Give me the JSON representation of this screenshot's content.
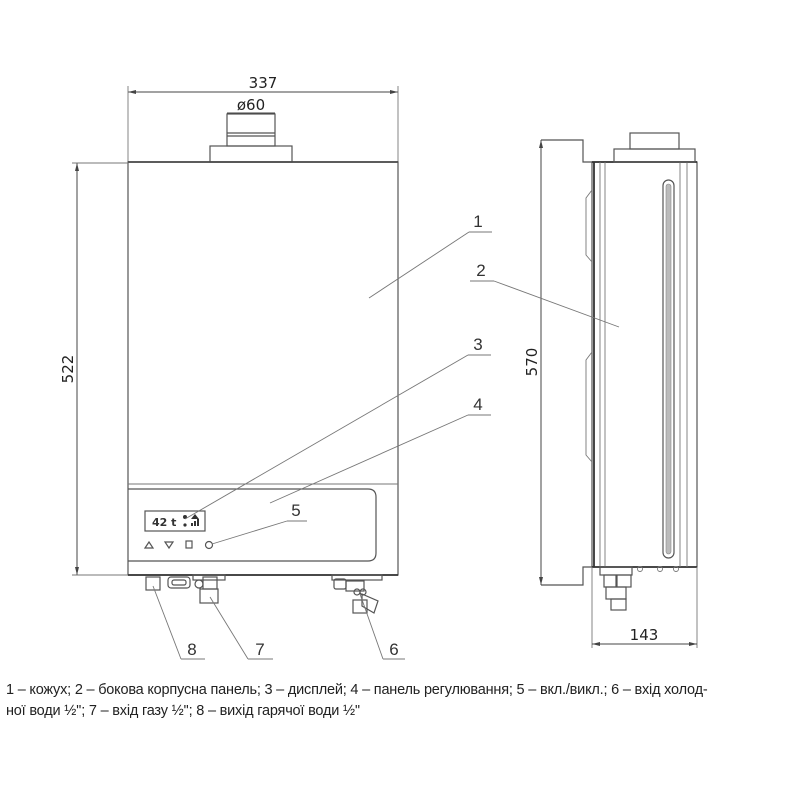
{
  "dimensions": {
    "front_width": "337",
    "flue_diameter": "ø60",
    "front_height": "522",
    "side_height": "570",
    "side_depth": "143"
  },
  "callouts": [
    {
      "number": "1",
      "part": "кожух"
    },
    {
      "number": "2",
      "part": "бокова корпусна панель"
    },
    {
      "number": "3",
      "part": "дисплей"
    },
    {
      "number": "4",
      "part": "панель регулювання"
    },
    {
      "number": "5",
      "part": "вкл./викл."
    },
    {
      "number": "6",
      "part": "вхід холодної води ½''"
    },
    {
      "number": "7",
      "part": "вхід газу ½''"
    },
    {
      "number": "8",
      "part": "вихід гарячої води ½''"
    }
  ],
  "display": {
    "readout": "42 t",
    "buttons": [
      "up-arrow",
      "down-arrow",
      "mode",
      "power"
    ]
  },
  "caption": {
    "line1": "1 – кожух; 2 – бокова корпусна панель; 3 – дисплей; 4 – панель регулювання; 5 – вкл./викл.; 6 – вхід холод-",
    "line2": "ної води ½''; 7 – вхід газу ½''; 8 – вихід гарячої води ½''"
  },
  "colors": {
    "line": "#555555",
    "background": "#ffffff"
  }
}
